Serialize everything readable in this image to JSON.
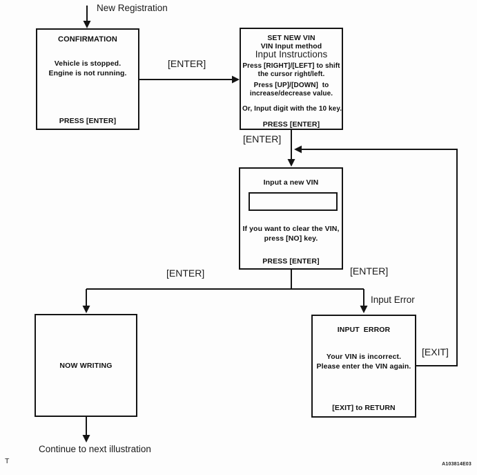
{
  "page": {
    "corner_letter": "T",
    "figure_code": "A103814E03"
  },
  "labels": {
    "start": "New Registration",
    "enter_after_confirmation": "[ENTER]",
    "enter_after_set_vin": "[ENTER]",
    "enter_branch_left": "[ENTER]",
    "enter_branch_right": "[ENTER]",
    "input_error": "Input Error",
    "exit": "[EXIT]",
    "continue_note": "Continue to next illustration"
  },
  "boxes": {
    "confirmation": {
      "title": "CONFIRMATION",
      "body": [
        "Vehicle is stopped.",
        "Engine is not running."
      ],
      "footer": "PRESS [ENTER]"
    },
    "set_new_vin": {
      "title": "SET NEW VIN",
      "subtitle": "VIN Input method",
      "heading": "Input Instructions",
      "instruction_lines": [
        "Press [RIGHT]/[LEFT] to shift",
        "the cursor right/left.",
        "Press [UP]/[DOWN]  to",
        "increase/decrease value.",
        "Or, Input digit with the 10 key."
      ],
      "footer": "PRESS [ENTER]"
    },
    "input_new_vin": {
      "title": "Input a new VIN",
      "field_value": "",
      "note": [
        "If you want to clear the VIN,",
        "press [NO] key."
      ],
      "footer": "PRESS [ENTER]"
    },
    "now_writing": {
      "title": "NOW WRITING"
    },
    "input_error": {
      "title": "INPUT  ERROR",
      "body": [
        "Your VIN is incorrect.",
        "Please enter the VIN again."
      ],
      "footer": "[EXIT] to RETURN"
    }
  },
  "colors": {
    "line": "#141414",
    "background": "#fdfdfd"
  }
}
